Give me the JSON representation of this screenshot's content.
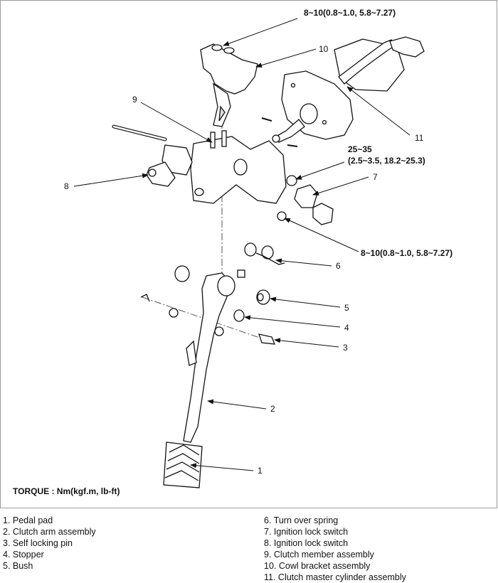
{
  "torques": {
    "top": "8~10(0.8~1.0, 5.8~7.27)",
    "mid_line1": "25~35",
    "mid_line2": "(2.5~3.5, 18.2~25.3)",
    "lower": "8~10(0.8~1.0, 5.8~7.27)"
  },
  "callouts": [
    "1",
    "2",
    "3",
    "4",
    "5",
    "6",
    "7",
    "8",
    "9",
    "10",
    "11"
  ],
  "torque_note": "TORQUE : Nm(kgf.m, lb-ft)",
  "legend_left": [
    "1.  Pedal pad",
    "2.  Clutch arm assembly",
    "3.  Self locking pin",
    "4.  Stopper",
    "5.  Bush"
  ],
  "legend_right": [
    "6.  Turn over spring",
    "7.  Ignition lock switch",
    "8.  Ignition lock switch",
    "9.  Clutch member assembly",
    "10.  Cowl bracket assembly",
    "11.  Clutch master cylinder assembly"
  ]
}
